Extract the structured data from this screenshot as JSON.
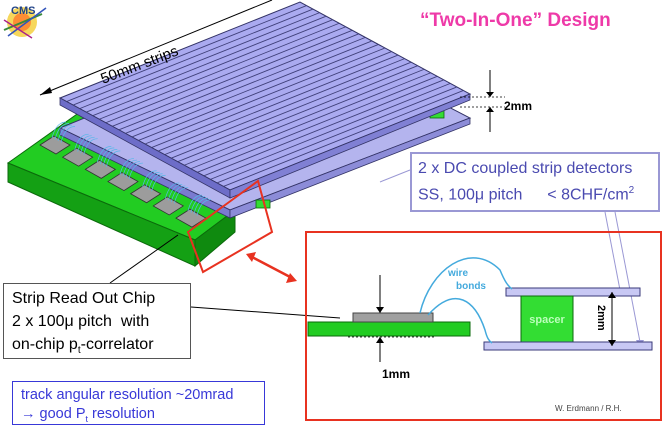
{
  "title": "“Two-In-One” Design",
  "logo_text": "CMS",
  "labels": {
    "strips": "50mm strips",
    "gap_top": "2mm",
    "wire_line1": "wire",
    "wire_line2": "bonds",
    "spacer": "spacer",
    "gap_side": "2mm",
    "gap_bottom": "1mm"
  },
  "detector_box": {
    "line1": "2 x DC coupled strip detectors",
    "line2_a": "SS, 100μ pitch",
    "line2_b": "< 8CHF/cm",
    "line2_sup": "2"
  },
  "chip_box": {
    "line1": "Strip Read Out Chip",
    "line2": "2 x 100μ pitch  with",
    "line3_a": "on-chip p",
    "line3_sub": "t",
    "line3_b": "-correlator"
  },
  "track_box": {
    "line1": "track angular resolution ~20mrad",
    "line2_a": "→ good P",
    "line2_sub": "t",
    "line2_b": " resolution"
  },
  "credit": "W. Erdmann / R.H.",
  "colors": {
    "title": "#ee3aa8",
    "sensor": "#aaaaf0",
    "strip_lines": "#40407a",
    "board": "#22cc22",
    "chip": "#999999",
    "highlight_red": "#e83220",
    "wire": "#44aadd",
    "detector_text": "#4a4ab0",
    "track_text": "#3838d8"
  }
}
